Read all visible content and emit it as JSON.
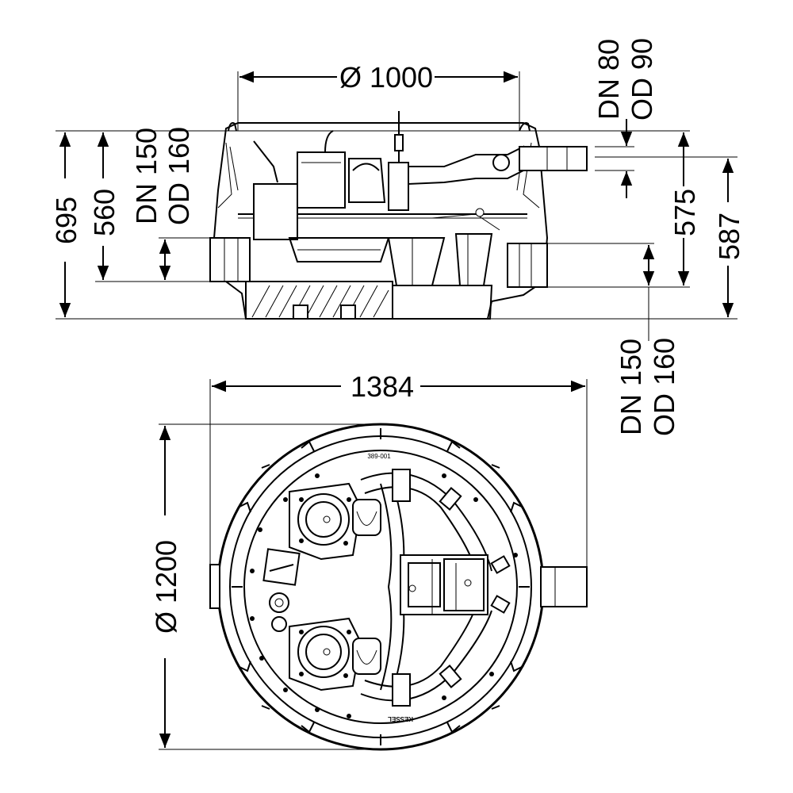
{
  "side_view": {
    "dim_diameter": "Ø 1000",
    "dim_total_height": "695",
    "dim_inlet_height": "560",
    "dim_left_pipe_dn": "DN 150",
    "dim_left_pipe_od": "OD 160",
    "dim_top_pipe_dn": "DN 80",
    "dim_top_pipe_od": "OD 90",
    "dim_575": "575",
    "dim_587": "587",
    "dim_right_pipe_dn": "DN 150",
    "dim_right_pipe_od": "OD 160"
  },
  "top_view": {
    "dim_width": "1384",
    "dim_diameter": "Ø 1200",
    "label_part": "389-001",
    "label_brand": "KESSEL"
  }
}
